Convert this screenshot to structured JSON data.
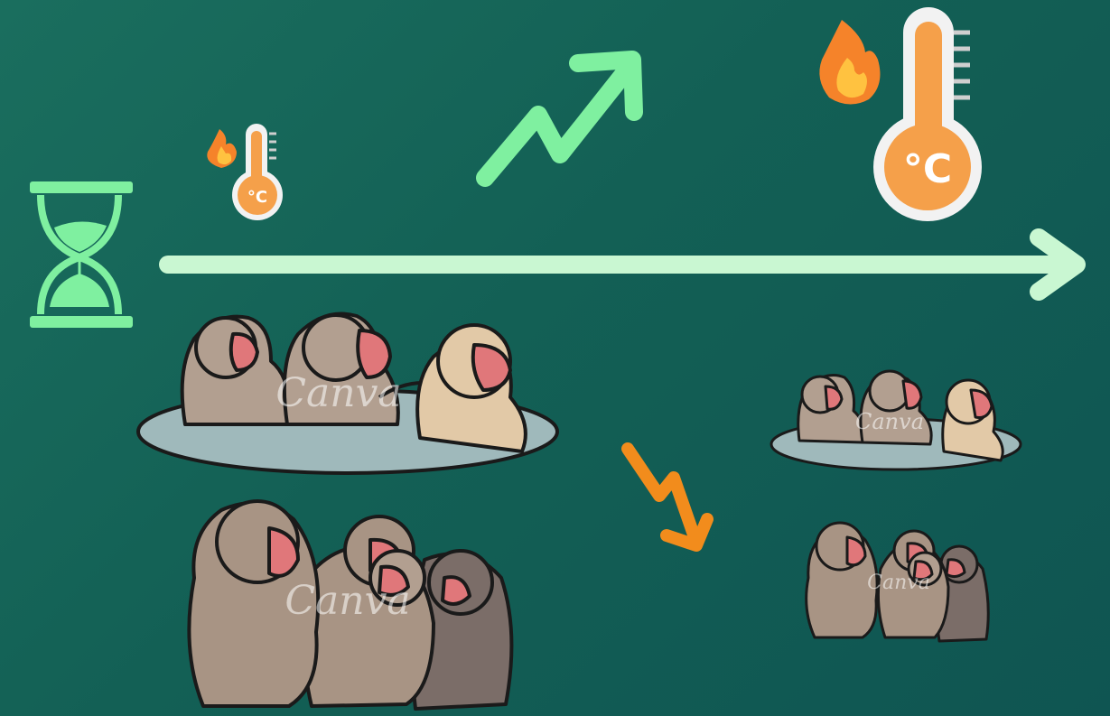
{
  "scene": {
    "description_icons": [
      "hourglass-icon",
      "small-thermometer-icon",
      "small-flame-icon",
      "green-upward-trend-arrow-icon",
      "large-thermometer-icon",
      "large-flame-icon",
      "timeline-arrow",
      "orange-downward-trend-arrow-icon",
      "monkeys-bathing-large",
      "monkeys-huddling-large",
      "monkeys-bathing-small",
      "monkeys-huddling-small"
    ],
    "thermometer_unit_small": "°C",
    "thermometer_unit_large": "°C",
    "watermark_text": "Canva"
  },
  "colors": {
    "background_start": "#1a6e5e",
    "background_end": "#0f5552",
    "timeline_arrow": "#c9f7d2",
    "hourglass": "#7ff0a0",
    "up_arrow": "#7ff0a0",
    "down_arrow": "#f28c1c",
    "thermometer_body": "#f5a04a",
    "thermometer_frame": "#f2f2f2",
    "flame_outer": "#f5832a",
    "flame_inner": "#ffc240",
    "water": "#9fb9bb",
    "monkey_fur": "#b29f90",
    "monkey_fur_dark": "#7b6d68",
    "monkey_face": "#e0777a"
  }
}
